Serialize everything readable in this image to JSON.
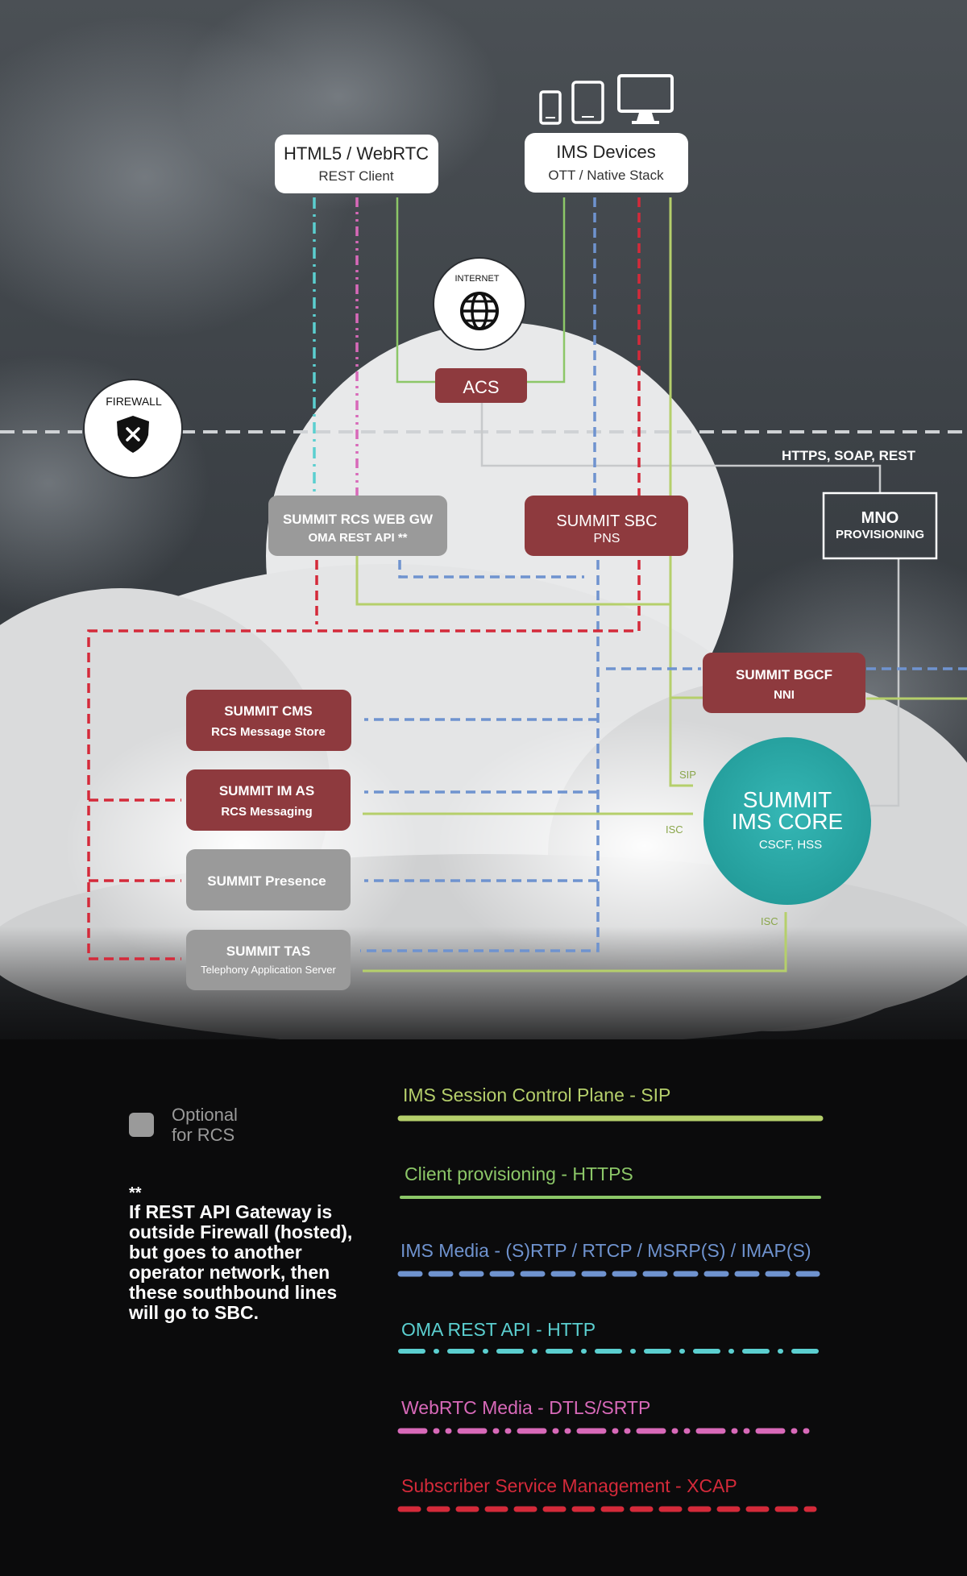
{
  "firewall": {
    "label": "FIREWALL",
    "icon": "shield-x-icon"
  },
  "internet": {
    "label": "INTERNET",
    "icon": "globe-icon"
  },
  "clients": {
    "webrtc": {
      "title": "HTML5 / WebRTC",
      "subtitle": "REST Client"
    },
    "ims_devices": {
      "title": "IMS Devices",
      "subtitle": "OTT / Native Stack",
      "icons": [
        "smartphone-icon",
        "tablet-icon",
        "monitor-icon"
      ]
    }
  },
  "nodes": {
    "acs": {
      "title": "ACS"
    },
    "rcs_web_gw": {
      "title": "SUMMIT RCS WEB GW",
      "subtitle": "OMA REST API  **"
    },
    "sbc": {
      "title": "SUMMIT SBC",
      "subtitle": "PNS"
    },
    "mno": {
      "title": "MNO",
      "subtitle": "PROVISIONING"
    },
    "bgcf": {
      "title": "SUMMIT BGCF",
      "subtitle": "NNI"
    },
    "cms": {
      "title": "SUMMIT CMS",
      "subtitle": "RCS Message Store"
    },
    "im_as": {
      "title": "SUMMIT IM AS",
      "subtitle": "RCS Messaging"
    },
    "presence": {
      "title": "SUMMIT Presence"
    },
    "tas": {
      "title": "SUMMIT TAS",
      "subtitle": "Telephony Application Server"
    },
    "ims_core": {
      "title_line1": "SUMMIT",
      "title_line2": "IMS CORE",
      "subtitle": "CSCF, HSS"
    }
  },
  "line_labels": {
    "https_soap_rest": "HTTPS, SOAP, REST",
    "sip": "SIP",
    "isc1": "ISC",
    "isc2": "ISC"
  },
  "legend": {
    "optional": {
      "line1": "Optional",
      "line2": "for RCS"
    },
    "note": {
      "marker": "**",
      "text": "If REST API Gateway is outside Firewall (hosted), but goes to another operator network, then these southbound lines will go to SBC."
    },
    "items": [
      {
        "label": "IMS Session Control Plane - SIP",
        "color": "#b5cf6b",
        "style": "solid-thick"
      },
      {
        "label": "Client provisioning - HTTPS",
        "color": "#8cc768",
        "style": "solid"
      },
      {
        "label": "IMS Media - (S)RTP / RTCP / MSRP(S) / IMAP(S)",
        "color": "#6f93cf",
        "style": "dashed"
      },
      {
        "label": "OMA REST API - HTTP",
        "color": "#5bcfd0",
        "style": "dash-dot"
      },
      {
        "label": "WebRTC Media - DTLS/SRTP",
        "color": "#d869b9",
        "style": "dash-dot-dot"
      },
      {
        "label": "Subscriber Service Management - XCAP",
        "color": "#d42a3a",
        "style": "dashed"
      }
    ]
  },
  "colors": {
    "summit_red": "#8e3a3e",
    "optional_gray": "#9a9a9a",
    "ims_core_teal": "#2aa5a3",
    "sip_green": "#b5cf6b",
    "https_green": "#8cc768",
    "media_blue": "#6f93cf",
    "rest_cyan": "#5bcfd0",
    "webrtc_pink": "#d869b9",
    "xcap_red": "#d42a3a"
  }
}
